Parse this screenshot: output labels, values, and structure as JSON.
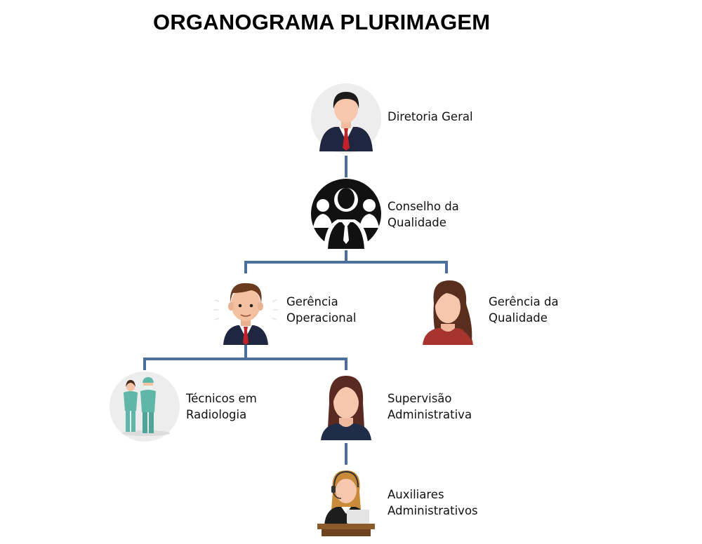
{
  "title": "ORGANOGRAMA PLURIMAGEM",
  "colors": {
    "connector": "#4a6f9b",
    "suit": "#1e2640",
    "tie": "#c0222a",
    "skin": "#f6c7ad",
    "scrubs": "#5fb7a8"
  },
  "nodes": {
    "diretoria": {
      "lines": [
        "Diretoria Geral"
      ],
      "icon": "executive-avatar-icon"
    },
    "conselho": {
      "lines": [
        "Conselho da",
        "Qualidade"
      ],
      "icon": "group-board-icon"
    },
    "ger_oper": {
      "lines": [
        "Gerência",
        "Operacional"
      ],
      "icon": "manager-avatar-icon"
    },
    "ger_qual": {
      "lines": [
        "Gerência da",
        "Qualidade"
      ],
      "icon": "woman-avatar-icon"
    },
    "tecnicos": {
      "lines": [
        "Técnicos em",
        "Radiologia"
      ],
      "icon": "medical-staff-icon"
    },
    "supervisao": {
      "lines": [
        "Supervisão",
        "Administrativa"
      ],
      "icon": "woman-avatar-icon"
    },
    "auxiliares": {
      "lines": [
        "Auxiliares",
        "Administrativos"
      ],
      "icon": "receptionist-icon"
    }
  }
}
